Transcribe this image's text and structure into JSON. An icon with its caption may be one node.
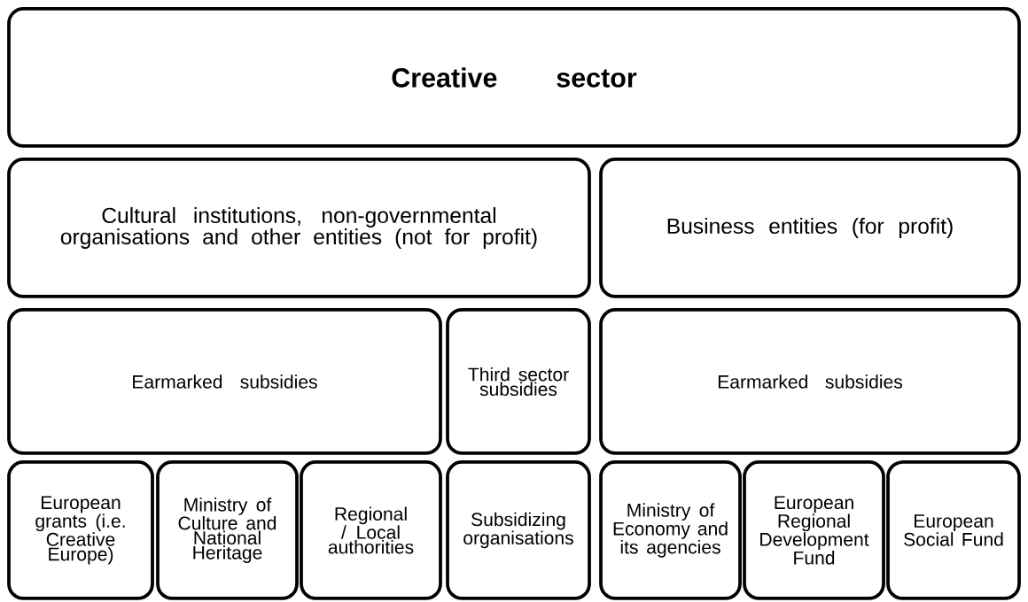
{
  "diagram": {
    "nodes": [
      {
        "text": [
          "Creative sector"
        ]
      },
      {
        "text": [
          "Cultural institutions, non-governmental organisations and other entities (not for profit)"
        ]
      },
      {
        "text": [
          "Business entities (for profit)"
        ]
      },
      {
        "text": [
          "Earmarked subsidies"
        ]
      },
      {
        "text": [
          "Third sector subsidies"
        ]
      },
      {
        "text": [
          "Earmarked subsidies"
        ]
      },
      {
        "text": [
          "European grants (i.e. Creative Europe)"
        ]
      },
      {
        "text": [
          "Ministry of Culture and National Heritage"
        ]
      },
      {
        "text": [
          "Regional / Local authorities"
        ]
      },
      {
        "text": [
          "Subsidizing organisations"
        ]
      },
      {
        "text": [
          "Ministry of Economy and its agencies"
        ]
      },
      {
        "text": [
          "European Regional Development Fund"
        ]
      },
      {
        "text": [
          "European Social Fund"
        ]
      }
    ]
  }
}
